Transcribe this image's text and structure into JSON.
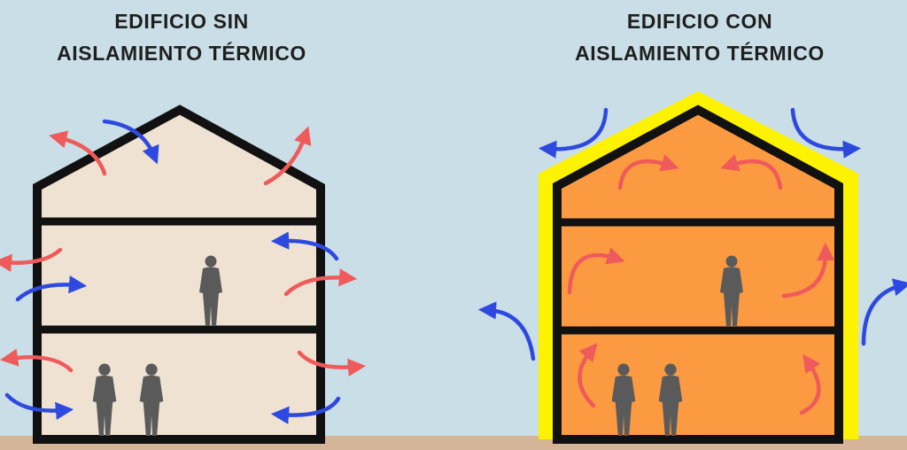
{
  "left_panel": {
    "title_line1": "EDIFICIO SIN",
    "title_line2": "AISLAMIENTO TÉRMICO"
  },
  "right_panel": {
    "title_line1": "EDIFICIO CON",
    "title_line2": "AISLAMIENTO TÉRMICO"
  },
  "colors": {
    "sky": "#c9dee6",
    "ground": "#d4b597",
    "wall": "#111111",
    "uninsulated_interior": "#efe2d2",
    "insulated_interior": "#fb9a41",
    "insulation": "#fdf200",
    "heat_arrow": "#ef5a5a",
    "cold_arrow": "#2e49e0",
    "person": "#5a5a5a"
  },
  "icons": [
    "person-icon",
    "heat-arrow-icon",
    "cold-arrow-icon"
  ]
}
